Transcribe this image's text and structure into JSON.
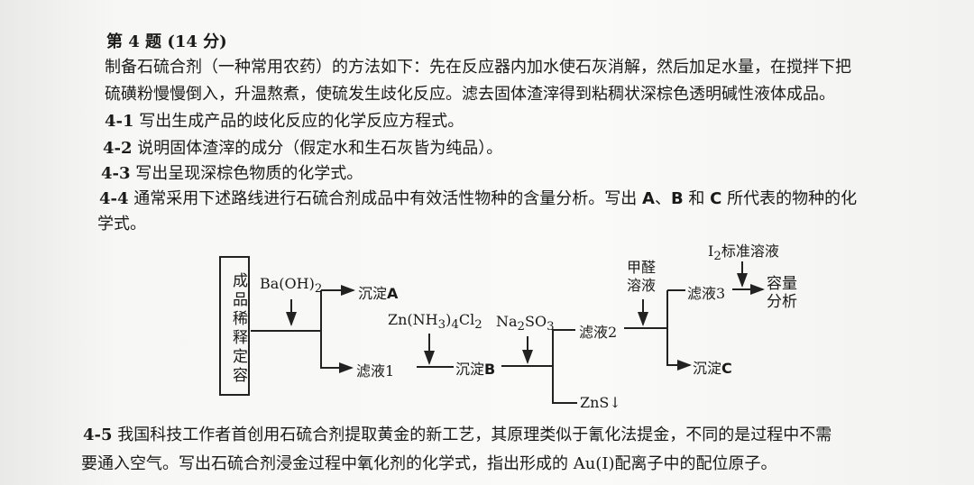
{
  "question": {
    "title_num": "第 4 题",
    "title_score": "(14 分)",
    "intro_line1": "制备石硫合剂（一种常用农药）的方法如下：先在反应器内加水使石灰消解，然后加足水量，在搅拌下把",
    "intro_line2": "硫磺粉慢慢倒入，升温熬煮，使硫发生歧化反应。滤去固体渣滓得到粘稠状深棕色透明碱性液体成品。",
    "items": [
      {
        "num": "4-1",
        "text": "写出生成产品的歧化反应的化学反应方程式。"
      },
      {
        "num": "4-2",
        "text": "说明固体渣滓的成分（假定水和生石灰皆为纯品）。"
      },
      {
        "num": "4-3",
        "text": "写出呈现深棕色物质的化学式。"
      },
      {
        "num": "4-4",
        "text": "通常采用下述路线进行石硫合剂成品中有效活性物种的含量分析。写出",
        "a": "A",
        "sep1": "、",
        "b": "B",
        "and": " 和 ",
        "c": "C",
        "tail": " 所代表的物种的化",
        "line2": "学式。"
      },
      {
        "num": "4-5",
        "line1": "我国科技工作者首创用石硫合剂提取黄金的新工艺，其原理类似于氰化法提金，不同的是过程中不需",
        "line2": "要通入空气。写出石硫合剂浸金过程中氧化剂的化学式，指出形成的 Au(I)配离子中的配位原子。"
      }
    ]
  },
  "diagram": {
    "start": "成品稀释定容",
    "reagent1": "Ba(OH)",
    "reagent1_sub": "2",
    "precip_a": "沉淀",
    "precip_a_letter": "A",
    "filtrate1": "滤液1",
    "reagent2_a": "Zn(NH",
    "reagent2_sub1": "3",
    "reagent2_b": ")",
    "reagent2_sub2": "4",
    "reagent2_c": "Cl",
    "reagent2_sub3": "2",
    "precip_b": "沉淀",
    "precip_b_letter": "B",
    "reagent3_a": "Na",
    "reagent3_sub1": "2",
    "reagent3_b": "SO",
    "reagent3_sub2": "3",
    "filtrate2": "滤液2",
    "zns": "ZnS↓",
    "reagent4_l1": "甲醛",
    "reagent4_l2": "溶液",
    "filtrate3": "滤液3",
    "precip_c": "沉淀",
    "precip_c_letter": "C",
    "reagent5": "I",
    "reagent5_sub": "2",
    "reagent5_tail": "标准溶液",
    "analysis_l1": "容量",
    "analysis_l2": "分析"
  }
}
